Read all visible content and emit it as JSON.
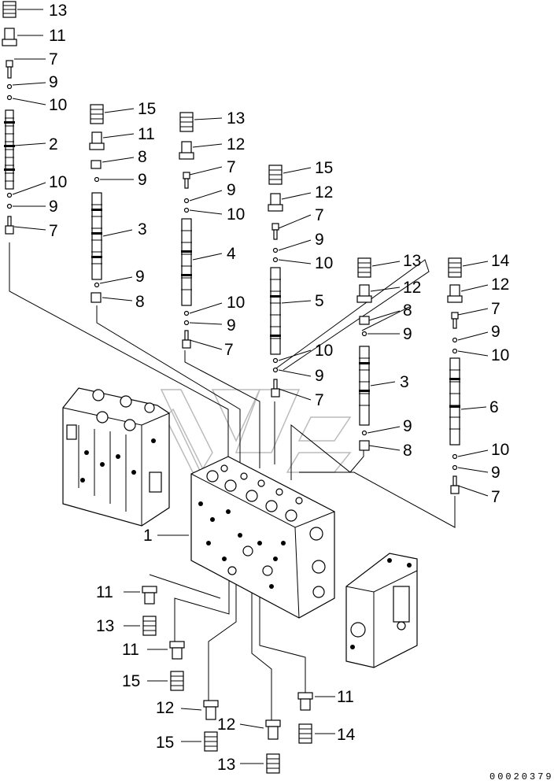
{
  "diagram": {
    "drawing_code": "00020379",
    "callouts": [
      {
        "id": "c13a",
        "text": "13"
      },
      {
        "id": "c11a",
        "text": "11"
      },
      {
        "id": "c7a",
        "text": "7"
      },
      {
        "id": "c9a",
        "text": "9"
      },
      {
        "id": "c10a",
        "text": "10"
      },
      {
        "id": "c2",
        "text": "2"
      },
      {
        "id": "c10b",
        "text": "10"
      },
      {
        "id": "c9b",
        "text": "9"
      },
      {
        "id": "c7b",
        "text": "7"
      },
      {
        "id": "c15a",
        "text": "15"
      },
      {
        "id": "c11b",
        "text": "11"
      },
      {
        "id": "c8a",
        "text": "8"
      },
      {
        "id": "c9c",
        "text": "9"
      },
      {
        "id": "c3a",
        "text": "3"
      },
      {
        "id": "c9d",
        "text": "9"
      },
      {
        "id": "c8b",
        "text": "8"
      },
      {
        "id": "c13b",
        "text": "13"
      },
      {
        "id": "c12a",
        "text": "12"
      },
      {
        "id": "c7c",
        "text": "7"
      },
      {
        "id": "c9e",
        "text": "9"
      },
      {
        "id": "c10c",
        "text": "10"
      },
      {
        "id": "c4",
        "text": "4"
      },
      {
        "id": "c10d",
        "text": "10"
      },
      {
        "id": "c9f",
        "text": "9"
      },
      {
        "id": "c7d",
        "text": "7"
      },
      {
        "id": "c15b",
        "text": "15"
      },
      {
        "id": "c12b",
        "text": "12"
      },
      {
        "id": "c7e",
        "text": "7"
      },
      {
        "id": "c9g",
        "text": "9"
      },
      {
        "id": "c10e",
        "text": "10"
      },
      {
        "id": "c5",
        "text": "5"
      },
      {
        "id": "c10f",
        "text": "10"
      },
      {
        "id": "c9h",
        "text": "9"
      },
      {
        "id": "c7f",
        "text": "7"
      },
      {
        "id": "c13c",
        "text": "13"
      },
      {
        "id": "c12c",
        "text": "12"
      },
      {
        "id": "c8c",
        "text": "8"
      },
      {
        "id": "c9i",
        "text": "9"
      },
      {
        "id": "c3b",
        "text": "3"
      },
      {
        "id": "c9j",
        "text": "9"
      },
      {
        "id": "c8d",
        "text": "8"
      },
      {
        "id": "c14a",
        "text": "14"
      },
      {
        "id": "c12d",
        "text": "12"
      },
      {
        "id": "c7g",
        "text": "7"
      },
      {
        "id": "c9k",
        "text": "9"
      },
      {
        "id": "c10g",
        "text": "10"
      },
      {
        "id": "c6",
        "text": "6"
      },
      {
        "id": "c10h",
        "text": "10"
      },
      {
        "id": "c9l",
        "text": "9"
      },
      {
        "id": "c7h",
        "text": "7"
      },
      {
        "id": "c1",
        "text": "1"
      },
      {
        "id": "c11c",
        "text": "11"
      },
      {
        "id": "c13d",
        "text": "13"
      },
      {
        "id": "c11d",
        "text": "11"
      },
      {
        "id": "c15c",
        "text": "15"
      },
      {
        "id": "c12e",
        "text": "12"
      },
      {
        "id": "c15d",
        "text": "15"
      },
      {
        "id": "c12f",
        "text": "12"
      },
      {
        "id": "c13e",
        "text": "13"
      },
      {
        "id": "c11e",
        "text": "11"
      },
      {
        "id": "c14b",
        "text": "14"
      }
    ]
  }
}
